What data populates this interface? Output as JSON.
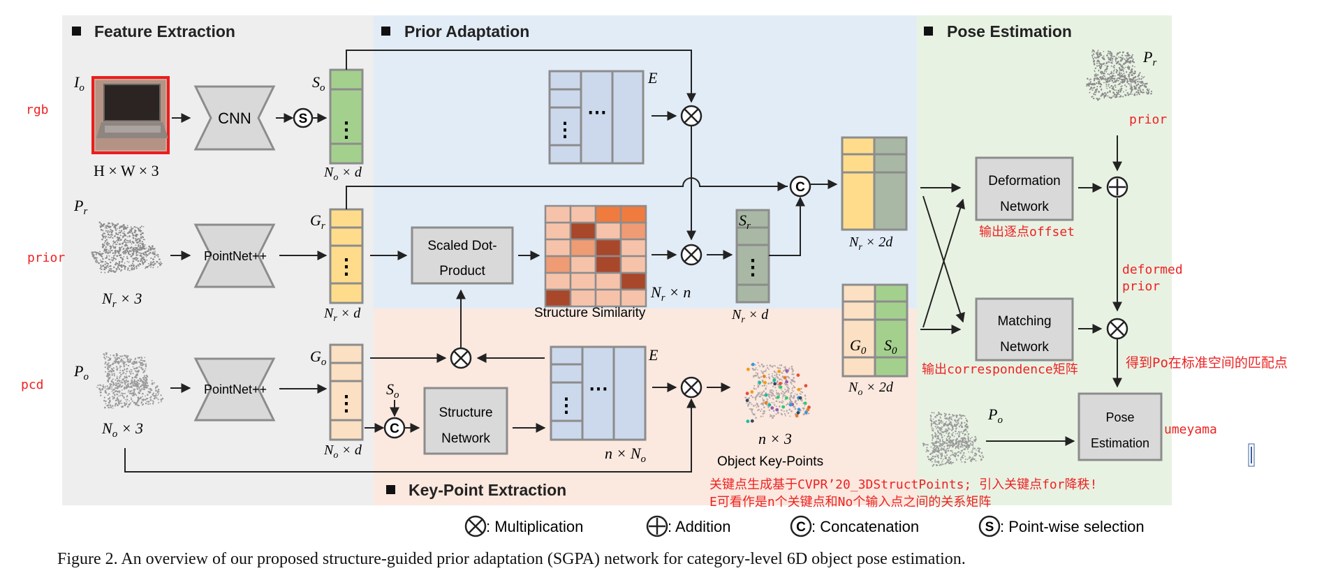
{
  "sections": {
    "feature_extraction": "Feature Extraction",
    "prior_adaptation": "Prior Adaptation",
    "pose_estimation": "Pose Estimation",
    "keypoint_extraction": "Key-Point Extraction"
  },
  "modules": {
    "cnn": "CNN",
    "pointnet_prior": "PointNet++",
    "pointnet_obs": "PointNet++",
    "scaled_dot_1": "Scaled Dot-",
    "scaled_dot_2": "Product",
    "structure_1": "Structure",
    "structure_2": "Network",
    "deform_1": "Deformation",
    "deform_2": "Network",
    "matching_1": "Matching",
    "matching_2": "Network",
    "pose_1": "Pose",
    "pose_2": "Estimation"
  },
  "symbols": {
    "select": "S",
    "concat": "C",
    "dots_v": "⋮",
    "dots_h": "⋯"
  },
  "inputs": {
    "io": "I",
    "io_sub": "o",
    "io_dim": "H × W × 3",
    "pr": "P",
    "pr_sub": "r",
    "pr_dim": "N",
    "pr_dim_sub": "r",
    "pr_dim_rest": " × 3",
    "po": "P",
    "po_sub": "o",
    "po_dim": "N",
    "po_dim_sub": "o",
    "po_dim_rest": " × 3"
  },
  "labels": {
    "so": "S",
    "so_sub": "o",
    "so_dim": "N",
    "so_dim_sub": "o",
    "so_dim_rest": " × d",
    "gr": "G",
    "gr_sub": "r",
    "gr_dim": "N",
    "gr_dim_sub": "r",
    "gr_dim_rest": " × d",
    "go": "G",
    "go_sub": "o",
    "go_dim": "N",
    "go_dim_sub": "o",
    "go_dim_rest": " × d",
    "so2": "S",
    "so2_sub": "o",
    "e_top": "E",
    "e_bot": "E",
    "e_bot_dim": "n × N",
    "e_bot_dim_sub": "o",
    "sim_dim": "N",
    "sim_dim_sub": "r",
    "sim_dim_rest": " × n",
    "sim_caption": "Structure Similarity",
    "sr": "S",
    "sr_sub": "r",
    "sr_dim": "N",
    "sr_dim_sub": "r",
    "sr_dim_rest": " × d",
    "concat_top_dim": "N",
    "concat_top_dim_sub": "r",
    "concat_top_dim_rest": " × 2d",
    "concat_bot_dim": "N",
    "concat_bot_dim_sub": "o",
    "concat_bot_dim_rest": " × 2d",
    "g0": "G",
    "g0_sub": "0",
    "s0": "S",
    "s0_sub": "0",
    "kp_dim": "n × 3",
    "kp_caption": "Object Key-Points",
    "pr_right": "P",
    "pr_right_sub": "r",
    "po_right": "P",
    "po_right_sub": "o"
  },
  "annotations": {
    "rgb": "rgb",
    "prior": "prior",
    "pcd": "pcd",
    "prior_right": "prior",
    "deform_out": "输出逐点offset",
    "deformed_1": "deformed",
    "deformed_2": "prior",
    "match_out": "输出correspondence矩阵",
    "match_result": "得到Po在标准空间的匹配点",
    "umeyama": "umeyama",
    "kp_note_1": "关键点生成基于CVPR’20_3DStructPoints; 引入关键点for降秩!",
    "kp_note_2": "E可看作是n个关键点和No个输入点之间的关系矩阵"
  },
  "legend": {
    "mult": ": Multiplication",
    "add": ": Addition",
    "concat": ": Concatenation",
    "select": ": Point-wise selection"
  },
  "caption": "Figure 2. An overview of our proposed structure-guided prior adaptation (SGPA) network for category-level 6D object pose estimation.",
  "colors": {
    "feature_bg": "#eeeeee",
    "prior_bg": "#e2ecf7",
    "keypoint_bg": "#fbe8df",
    "pose_bg": "#e8f2e3",
    "module_fill": "#d9d9d9",
    "module_stroke": "#8c8c8c",
    "so_green": "#a4d08e",
    "gr_yellow": "#fedc8c",
    "go_peach": "#fbe0c3",
    "e_blue": "#ccd9ec",
    "sr_grey": "#a8b8a4",
    "annotation_red": "#ee2222"
  },
  "icons": [
    "multiply-icon",
    "add-icon",
    "concat-icon",
    "select-icon",
    "laptop-image",
    "point-cloud-image"
  ]
}
